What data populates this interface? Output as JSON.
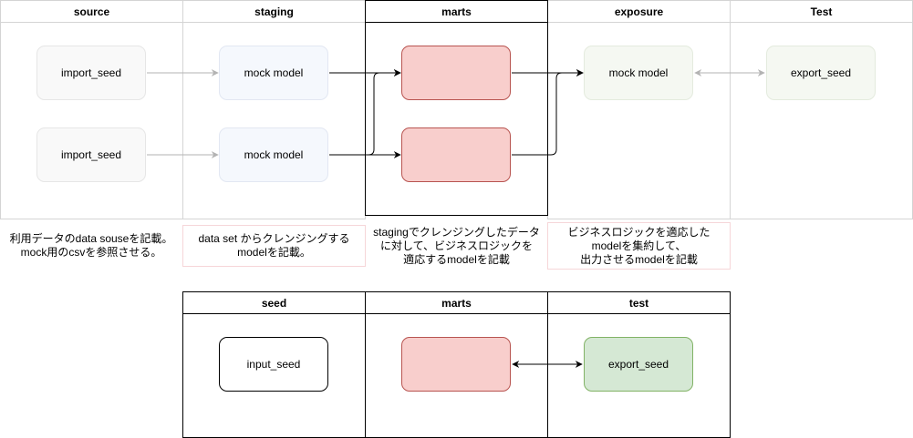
{
  "top_lanes": {
    "source": "source",
    "staging": "staging",
    "marts": "marts",
    "exposure": "exposure",
    "test": "Test"
  },
  "top_nodes": {
    "import_1": "import_seed",
    "import_2": "import_seed",
    "staging_1": "mock model",
    "staging_2": "mock model",
    "mart_1": "",
    "mart_2": "",
    "exposure_1": "mock model",
    "export_1": "export_seed"
  },
  "notes": {
    "source": "利用データのdata souseを記載。\nmock用のcsvを参照させる。",
    "staging": "data set からクレンジングする\nmodelを記載。",
    "marts": "stagingでクレンジングしたデータ\nに対して、ビジネスロジックを\n適応するmodelを記載",
    "exposure": "ビジネスロジックを適応した\nmodelを集約して、\n出力させるmodelを記載"
  },
  "bottom_lanes": {
    "seed": "seed",
    "marts": "marts",
    "test": "test"
  },
  "bottom_nodes": {
    "input": "input_seed",
    "mart": "",
    "export": "export_seed"
  },
  "colors": {
    "mart_fill": "#f8cecc",
    "mart_stroke": "#b85450",
    "export_fill": "#d5e8d4",
    "export_stroke": "#82b366",
    "faint_arrow": "#b3b3b3"
  }
}
